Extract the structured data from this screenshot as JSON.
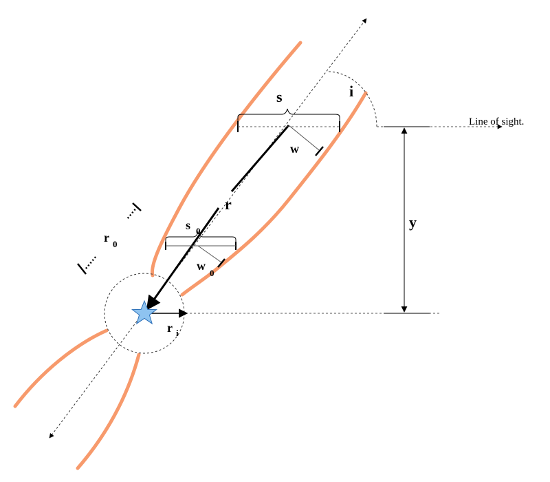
{
  "labels": {
    "s": "s",
    "w": "w",
    "i": "i",
    "r": "r",
    "y": "y",
    "s0_main": "s",
    "s0_sub": "0",
    "w0_main": "w",
    "w0_sub": "0",
    "r0_main": "r",
    "r0_sub": "0",
    "ri_main": "r",
    "ri_sub": "i",
    "line_of_sight": "Line of sight."
  },
  "colors": {
    "jet": "#F79A6C",
    "star_fill": "#8EC3F0",
    "star_stroke": "#2B6FB8",
    "line": "#000000",
    "guide": "#555555"
  },
  "icons": {
    "star": "star-icon"
  }
}
